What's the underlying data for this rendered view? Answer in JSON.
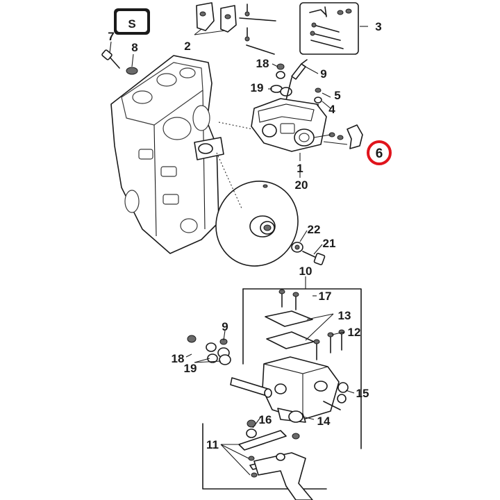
{
  "brand": {
    "logo_letter": "S"
  },
  "colors": {
    "highlight_ring": "#e0141c",
    "line": "#1a1a1a"
  },
  "labels": {
    "l7": "7",
    "l8": "8",
    "l2": "2",
    "l3": "3",
    "l18a": "18",
    "l9a": "9",
    "l19a": "19",
    "l5": "5",
    "l4": "4",
    "l6": "6",
    "l1": "1",
    "l20": "20",
    "l22": "22",
    "l21": "21",
    "l10": "10",
    "l17": "17",
    "l13": "13",
    "l12": "12",
    "l9b": "9",
    "l18b": "18",
    "l19b": "19",
    "l15": "15",
    "l16": "16",
    "l14": "14",
    "l11": "11"
  }
}
